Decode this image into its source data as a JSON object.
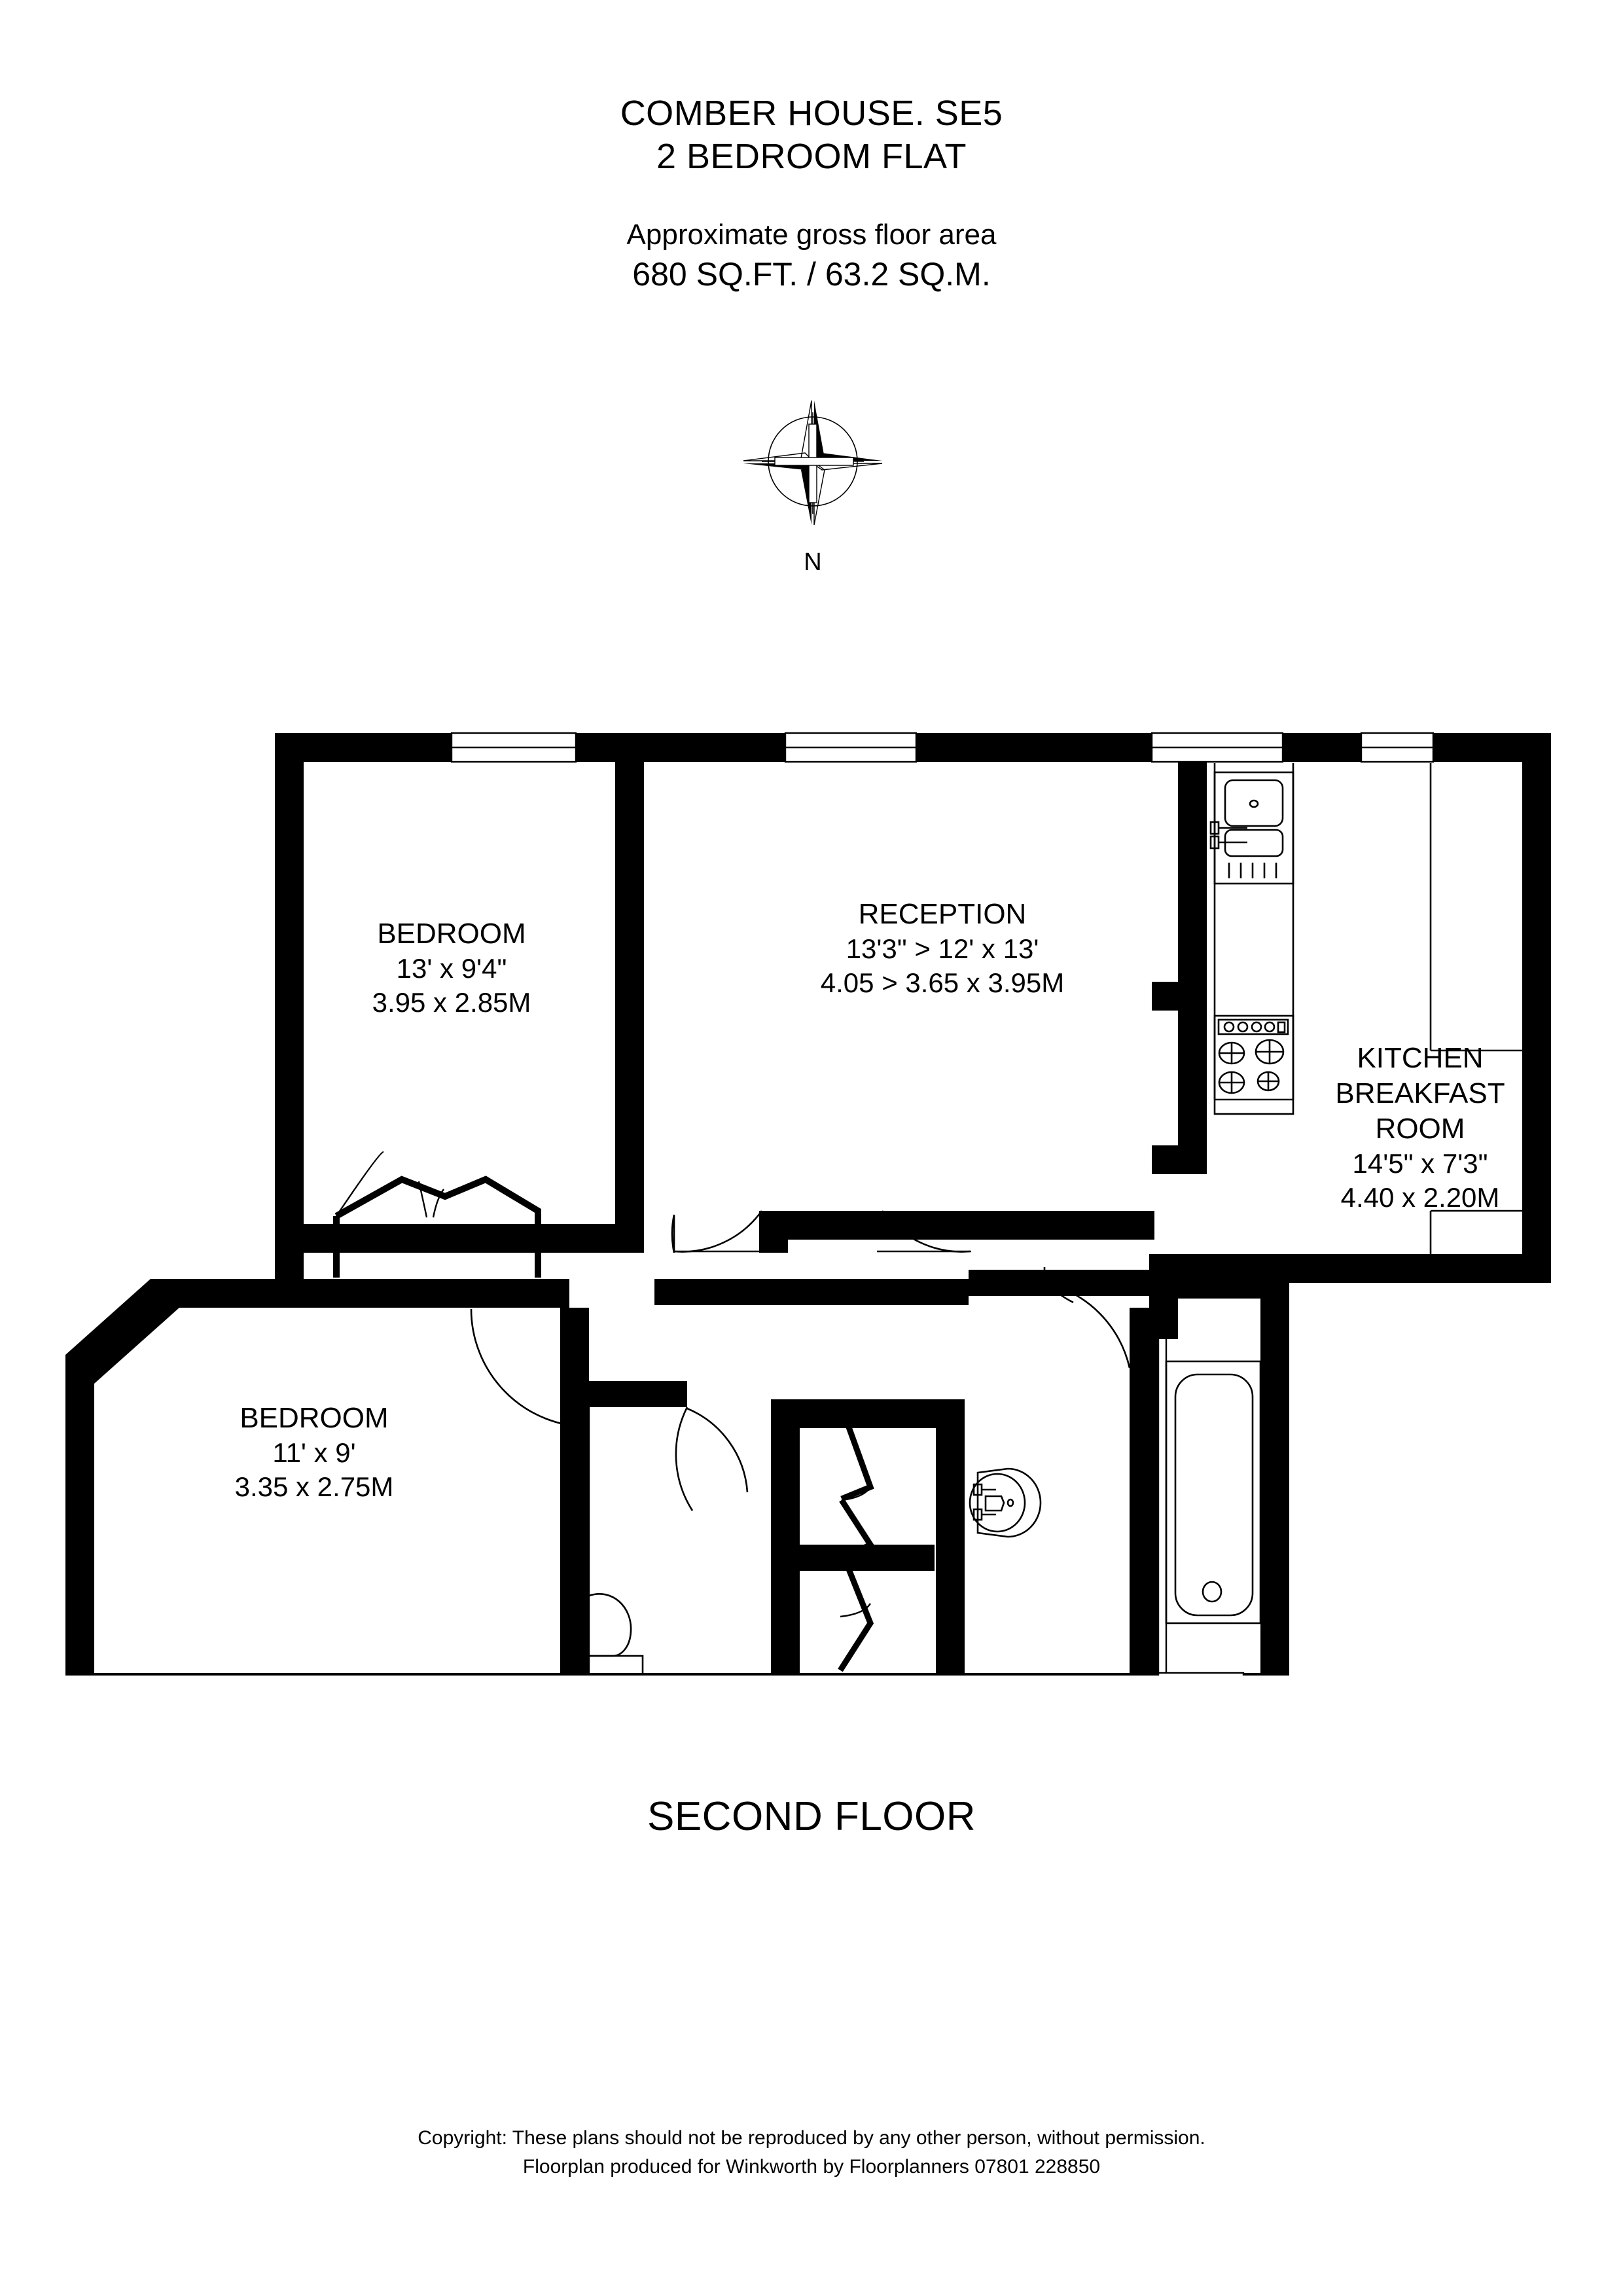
{
  "header": {
    "title_line_1": "COMBER HOUSE. SE5",
    "title_line_2": "2 BEDROOM FLAT",
    "area_caption": "Approximate gross floor area",
    "area_value": "680 SQ.FT. / 63.2 SQ.M."
  },
  "compass": {
    "label": "N",
    "icon": "compass-rose-icon"
  },
  "floor_caption": "SECOND FLOOR",
  "rooms": [
    {
      "key": "bedroom1",
      "name": "BEDROOM",
      "dim_imperial": "13' x 9'4\"",
      "dim_metric": "3.95 x 2.85M"
    },
    {
      "key": "reception",
      "name": "RECEPTION",
      "dim_imperial": "13'3\" > 12' x 13'",
      "dim_metric": "4.05 > 3.65 x 3.95M"
    },
    {
      "key": "kitchen",
      "name_line_1": "KITCHEN",
      "name_line_2": "BREAKFAST",
      "name_line_3": "ROOM",
      "dim_imperial": "14'5\" x 7'3\"",
      "dim_metric": "4.40 x 2.20M"
    },
    {
      "key": "bedroom2",
      "name": "BEDROOM",
      "dim_imperial": "11' x 9'",
      "dim_metric": "3.35 x 2.75M"
    }
  ],
  "footer": {
    "line_1": "Copyright: These plans should not be reproduced by any other person, without permission.",
    "line_2": "Floorplan produced for Winkworth by Floorplanners 07801 228850"
  },
  "colors": {
    "wall": "#000000",
    "background": "#ffffff",
    "fixture_stroke": "#000000"
  }
}
